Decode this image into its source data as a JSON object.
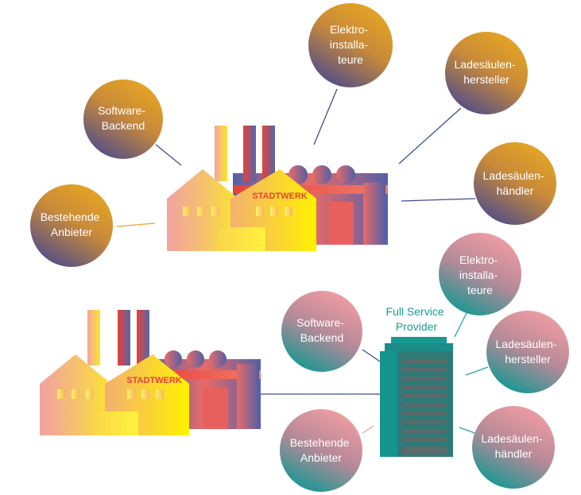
{
  "colors": {
    "gold": "#e3a428",
    "indigo": "#5b4f8a",
    "pink": "#f09aa0",
    "teal": "#14948e",
    "red": "#e8413a",
    "blue_link": "#3f4d8e",
    "teal_link": "#2aa4a0",
    "orange_link": "#f0a030"
  },
  "top_diagram": {
    "factory_label": "STADTWERK",
    "bubbles": [
      {
        "id": "software-backend",
        "lines": [
          "Software-",
          "Backend"
        ]
      },
      {
        "id": "elektroinstallateure",
        "lines": [
          "Elektro-",
          "installa-",
          "teure"
        ]
      },
      {
        "id": "ladesaeulenhersteller",
        "lines": [
          "Ladesäulen-",
          "hersteller"
        ]
      },
      {
        "id": "ladesaeulenhaendler",
        "lines": [
          "Ladesäulen-",
          "händler"
        ]
      },
      {
        "id": "bestehende-anbieter",
        "lines": [
          "Bestehende",
          "Anbieter"
        ]
      }
    ]
  },
  "bottom_diagram": {
    "factory_label": "STADTWERK",
    "provider_label": [
      "Full Service",
      "Provider"
    ],
    "bubbles": [
      {
        "id": "software-backend",
        "lines": [
          "Software-",
          "Backend"
        ]
      },
      {
        "id": "elektroinstallateure",
        "lines": [
          "Elektro-",
          "installa-",
          "teure"
        ]
      },
      {
        "id": "ladesaeulenhersteller",
        "lines": [
          "Ladesäulen-",
          "hersteller"
        ]
      },
      {
        "id": "ladesaeulenhaendler",
        "lines": [
          "Ladesäulen-",
          "händler"
        ]
      },
      {
        "id": "bestehende-anbieter",
        "lines": [
          "Bestehende",
          "Anbieter"
        ]
      }
    ]
  }
}
